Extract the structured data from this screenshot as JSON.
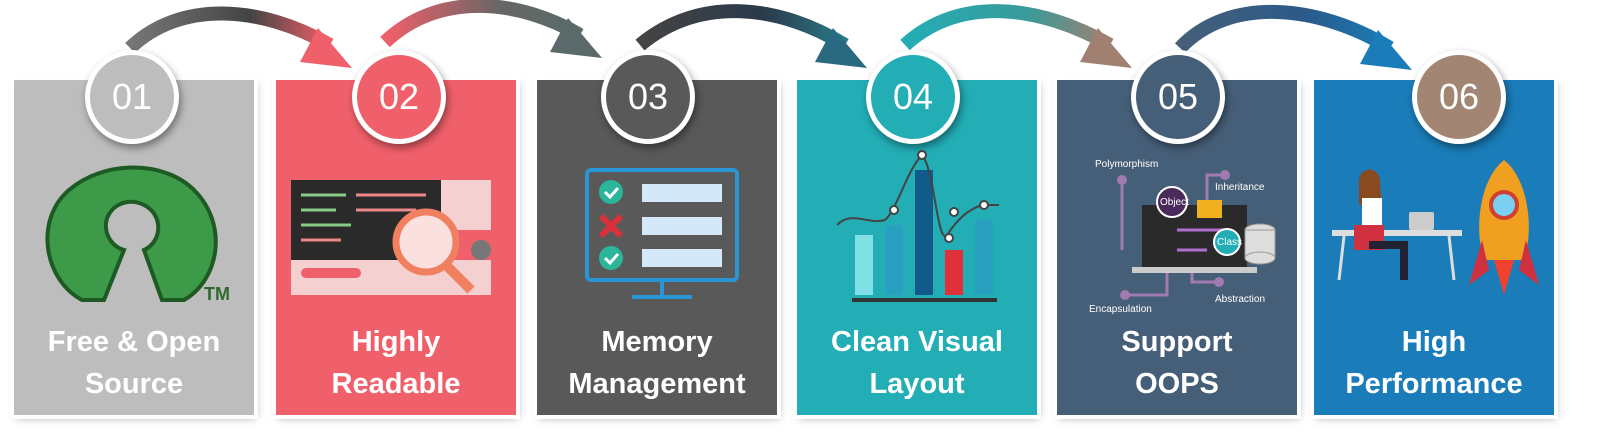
{
  "steps": [
    {
      "number": "01",
      "line1": "Free & Open",
      "line2": "Source",
      "color": "#bdbdbd",
      "icon": "open-source-logo-icon",
      "trademark": "TM"
    },
    {
      "number": "02",
      "line1": "Highly",
      "line2": "Readable",
      "color": "#f0606a",
      "icon": "code-magnifier-icon"
    },
    {
      "number": "03",
      "line1": "Memory",
      "line2": "Management",
      "color": "#595959",
      "icon": "checklist-monitor-icon"
    },
    {
      "number": "04",
      "line1": "Clean Visual",
      "line2": "Layout",
      "color": "#23adb5",
      "icon": "bar-chart-icon"
    },
    {
      "number": "05",
      "line1": "Support",
      "line2": "OOPS",
      "color": "#465f79",
      "icon": "oop-laptop-icon",
      "labels": {
        "polymorphism": "Polymorphism",
        "inheritance": "Inheritance",
        "object": "Object",
        "class": "Class",
        "encapsulation": "Encapsulation",
        "abstraction": "Abstraction"
      }
    },
    {
      "number": "06",
      "line1": "High",
      "line2": "Performance",
      "color": "#1a7cb8",
      "circle_color": "#a38573",
      "icon": "rocket-icon"
    }
  ]
}
